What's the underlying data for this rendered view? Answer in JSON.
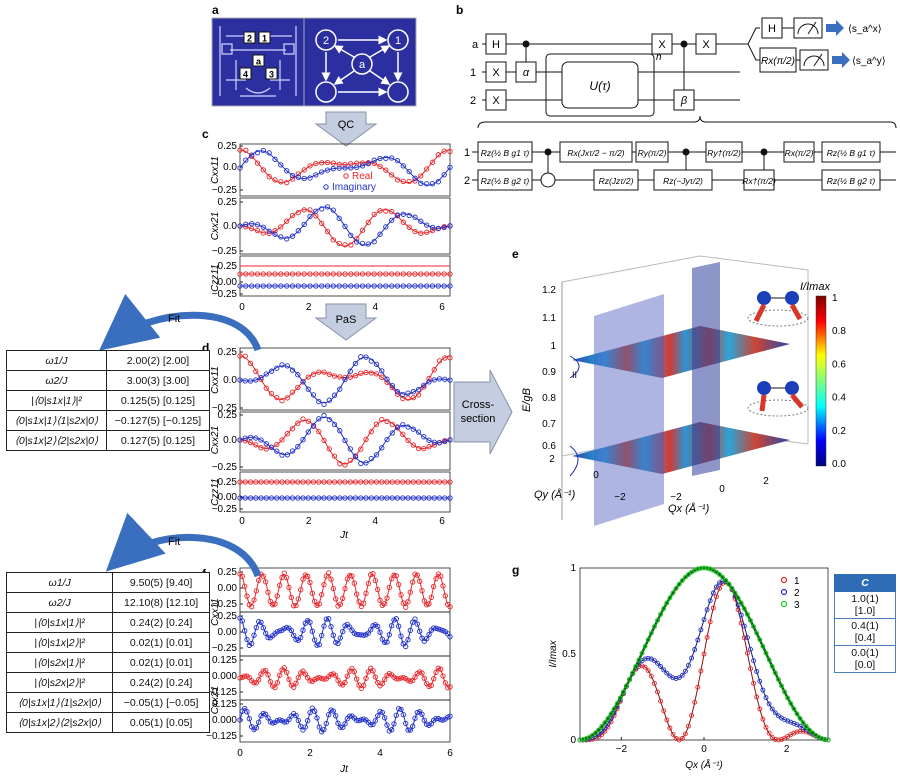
{
  "panel_labels": {
    "a": "a",
    "b": "b",
    "c": "c",
    "d": "d",
    "e": "e",
    "f": "f",
    "g": "g"
  },
  "panel_a": {
    "chip_labels": [
      "2",
      "1",
      "a",
      "4",
      "3"
    ],
    "graph_nodes": [
      "2",
      "1",
      "a"
    ]
  },
  "arrows": {
    "qc": "QC",
    "pas": "PaS",
    "fit_top": "Fit",
    "fit_bottom": "Fit",
    "cross_section": "Cross-\nsection",
    "cross_line1": "Cross-",
    "cross_line2": "section"
  },
  "circuit": {
    "wires": [
      "a",
      "1",
      "2"
    ],
    "gates_top": {
      "h": "H",
      "x1": "X",
      "x2": "X",
      "alpha": "α",
      "u": "U(τ)",
      "n": "n",
      "beta": "β",
      "h2": "H",
      "rx": "Rx(π/2)"
    },
    "outputs": [
      "⟨s_a^x⟩",
      "⟨s_a^y⟩"
    ],
    "decomp_wires": [
      "1",
      "2"
    ],
    "decomp_gates_1": [
      "Rz(½ B g1 τ)",
      "Rx(Jxτ/2 − π/2)",
      "Ry(π/2)",
      "Ry†(π/2)",
      "Rx(π/2)",
      "Rz(½ B g1 τ)"
    ],
    "decomp_gates_2": [
      "Rz(½ B g2 τ)",
      "Rz(Jzτ/2)",
      "Rz(−Jyτ/2)",
      "Rx†(π/2)",
      "Rz(½ B g2 τ)"
    ]
  },
  "legend_c": {
    "real": "Real",
    "imag": "Imaginary"
  },
  "colors": {
    "red": "#e8272b",
    "blue": "#2231c9",
    "green": "#19c81f",
    "dark_red": "#8b0e0e",
    "dark_blue": "#0f1a7a",
    "chip_bg": "#2b2fa0",
    "arrow_blue": "#3a6fc0"
  },
  "axis": {
    "jt": "Jt",
    "ylabels_c": [
      "C11xx",
      "C21xx",
      "C11zz"
    ],
    "xticks_06": [
      "0",
      "2",
      "4",
      "6"
    ],
    "yticks_025": [
      "0.25",
      "0.0",
      "−0.25"
    ],
    "yticks_f": [
      "0.25",
      "0.00",
      "−0.25",
      "0.125",
      "0.000",
      "−0.125"
    ]
  },
  "fit_table_top": {
    "rows": [
      [
        "ω1/J",
        "2.00(2) [2.00]"
      ],
      [
        "ω2/J",
        "3.00(3) [3.00]"
      ],
      [
        "|⟨0|s1x|1⟩|²",
        "0.125(5) [0.125]"
      ],
      [
        "⟨0|s1x|1⟩⟨1|s2x|0⟩",
        "−0.127(5) [−0.125]"
      ],
      [
        "⟨0|s1x|2⟩⟨2|s2x|0⟩",
        "0.127(5) [0.125]"
      ]
    ]
  },
  "fit_table_bottom": {
    "rows": [
      [
        "ω1/J",
        "9.50(5) [9.40]"
      ],
      [
        "ω2/J",
        "12.10(8) [12.10]"
      ],
      [
        "|⟨0|s1x|1⟩|²",
        "0.24(2) [0.24]"
      ],
      [
        "|⟨0|s1x|2⟩|²",
        "0.02(1) [0.01]"
      ],
      [
        "|⟨0|s2x|1⟩|²",
        "0.02(1) [0.01]"
      ],
      [
        "|⟨0|s2x|2⟩|²",
        "0.24(2) [0.24]"
      ],
      [
        "⟨0|s1x|1⟩⟨1|s2x|0⟩",
        "−0.05(1) [−0.05]"
      ],
      [
        "⟨0|s1x|2⟩⟨2|s2x|0⟩",
        "0.05(1) [0.05]"
      ]
    ]
  },
  "panel_e": {
    "title": "I/Imax",
    "ylabel": "E/gB",
    "xlabel": "Qx (Å⁻¹)",
    "zlabel": "Qy (Å⁻¹)",
    "eticks": [
      "1.2",
      "1.1",
      "1",
      "0.9",
      "0.8",
      "0.7",
      "0.6"
    ],
    "colorbar_ticks": [
      "1",
      "0.8",
      "0.6",
      "0.4",
      "0.2",
      "0.0"
    ],
    "qx_ticks": [
      "−2",
      "0",
      "2"
    ],
    "qy_ticks": [
      "2",
      "0",
      "−2"
    ],
    "marker": "II"
  },
  "chart_data": [
    {
      "type": "line",
      "panel": "g",
      "title": "",
      "xlabel": "Qx (Å⁻¹)",
      "ylabel": "I/Imax",
      "xlim": [
        -3,
        3
      ],
      "ylim": [
        0,
        1
      ],
      "xticks": [
        -2,
        0,
        2
      ],
      "yticks": [
        0,
        0.5,
        1
      ],
      "series": [
        {
          "name": "1",
          "color": "#e8272b",
          "period": 2.4,
          "amplitude_C": 1.0
        },
        {
          "name": "2",
          "color": "#2231c9",
          "period": 2.4,
          "amplitude_C": 0.4
        },
        {
          "name": "3",
          "color": "#19c81f",
          "period": 0,
          "amplitude_C": 0.0
        }
      ],
      "legend_position": "top-right"
    },
    {
      "type": "scatter",
      "panel": "c",
      "xlim": [
        0,
        6.3
      ],
      "series": [
        {
          "name": "Real",
          "color": "#e8272b"
        },
        {
          "name": "Imaginary",
          "color": "#2231c9"
        }
      ]
    }
  ],
  "c_table": {
    "header": "C",
    "rows": [
      "1.0(1) [1.0]",
      "0.4(1) [0.4]",
      "0.0(1) [0.0]"
    ]
  }
}
